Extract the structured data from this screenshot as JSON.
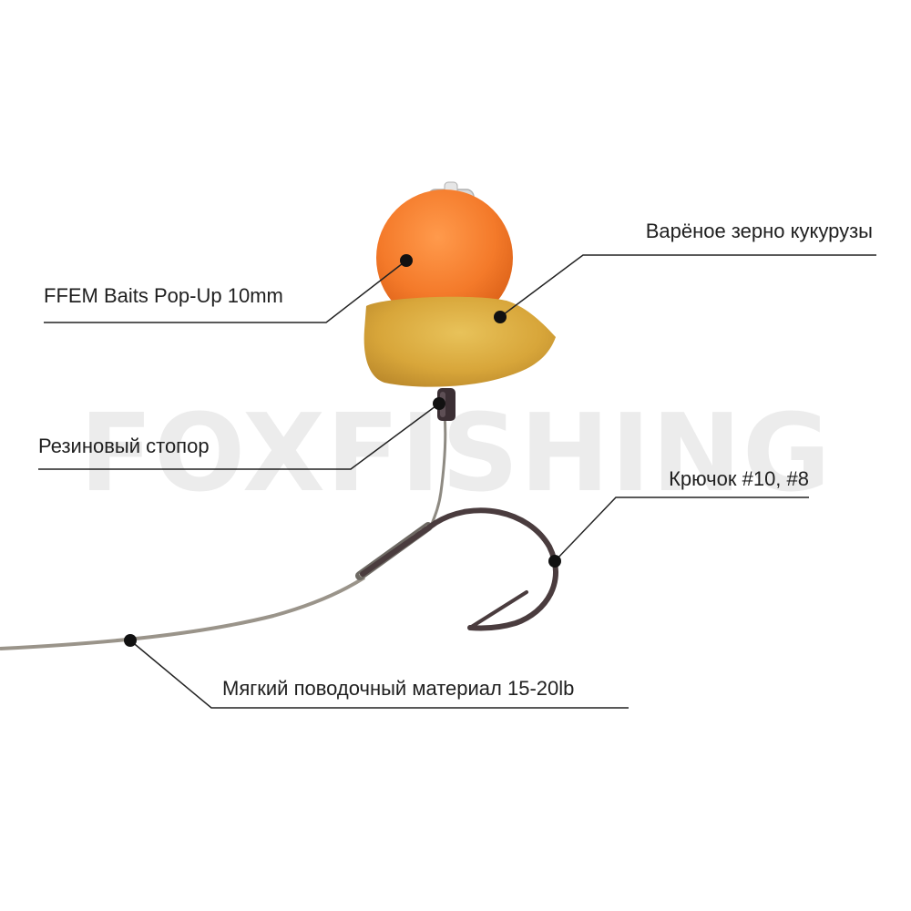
{
  "watermark": "FOXFISHING",
  "labels": {
    "popup": "FFEM Baits Pop-Up 10mm",
    "corn": "Варёное зерно кукурузы",
    "stopper": "Резиновый стопор",
    "hook": "Крючок #10, #8",
    "material": "Мягкий поводочный материал 15-20lb"
  },
  "colors": {
    "popup": "#f47a2a",
    "corn": "#d8a63a",
    "hook": "#4a3c3e",
    "line": "#9a948a",
    "leader": "#222222"
  }
}
